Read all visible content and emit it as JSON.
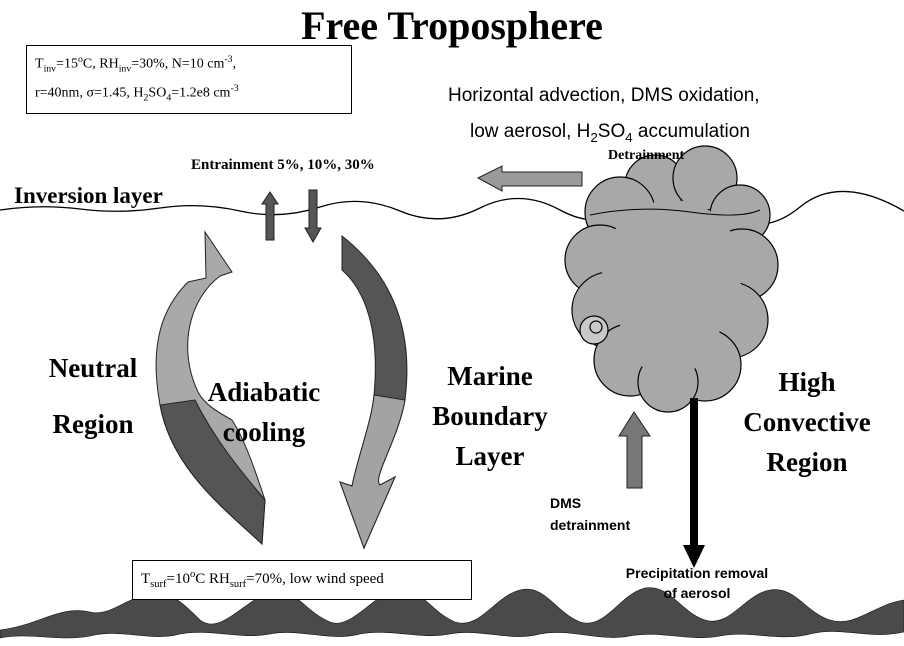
{
  "title": "Free Troposphere",
  "inversion_conditions": {
    "t": "T",
    "t_sub": "inv",
    "t_val": "=15",
    "t_deg": "o",
    "t_unit": "C, RH",
    "rh_sub": "inv",
    "rh_val": "=30%,  N=10 cm",
    "n_exp": "-3",
    "comma": ",",
    "line2_a": "r=40nm, σ=1.45, H",
    "h2_sub": "2",
    "so4": "SO",
    "so4_sub": "4",
    "line2_b": "=1.2e8 cm",
    "line2_exp": "-3"
  },
  "surface_conditions": {
    "t": "T",
    "t_sub": "surf",
    "t_val": "=10",
    "t_deg": "o",
    "t_unit": "C RH",
    "rh_sub": "surf",
    "rest": "=70%, low wind speed"
  },
  "horizontal": {
    "line1": "Horizontal advection, DMS oxidation,",
    "line2_a": "low aerosol, H",
    "h2_sub": "2",
    "so": "SO",
    "so_sub": "4",
    "line2_b": " accumulation"
  },
  "detrainment_label": "Detrainment",
  "entrainment_label": "Entrainment 5%, 10%, 30%",
  "inversion_label": "Inversion layer",
  "neutral_region": [
    "Neutral",
    "Region"
  ],
  "adiabatic_cooling": [
    "Adiabatic",
    "cooling"
  ],
  "marine_boundary_layer": [
    "Marine",
    "Boundary",
    "Layer"
  ],
  "high_convective_region": [
    "High",
    "Convective",
    "Region"
  ],
  "dms_detrainment": [
    "DMS",
    "detrainment"
  ],
  "precipitation_removal": [
    "Precipitation removal",
    "of aerosol"
  ],
  "colors": {
    "dark_gray": "#555555",
    "mid_gray": "#9a9a9a",
    "light_gray": "#b3b3b3",
    "cloud": "#a8a8a8"
  }
}
